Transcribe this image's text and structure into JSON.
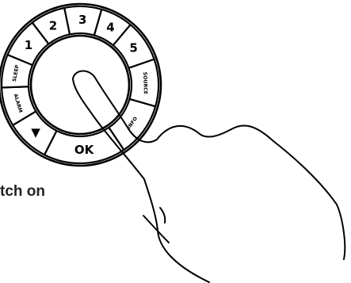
{
  "dial": {
    "segments": [
      {
        "id": "num-1",
        "label": "1",
        "kind": "num"
      },
      {
        "id": "num-2",
        "label": "2",
        "kind": "num"
      },
      {
        "id": "num-3",
        "label": "3",
        "kind": "num"
      },
      {
        "id": "num-4",
        "label": "4",
        "kind": "num"
      },
      {
        "id": "num-5",
        "label": "5",
        "kind": "num"
      },
      {
        "id": "source",
        "label": "SOURCE",
        "kind": "word"
      },
      {
        "id": "info",
        "label": "INFO",
        "kind": "word"
      },
      {
        "id": "ok",
        "label": "OK",
        "kind": "ok"
      },
      {
        "id": "down",
        "label": "▼",
        "kind": "arrow"
      },
      {
        "id": "alarm",
        "label": "ALARM",
        "kind": "word"
      },
      {
        "id": "sleep",
        "label": "SLEEP",
        "kind": "word"
      }
    ]
  },
  "caption": {
    "text": "tch on"
  }
}
